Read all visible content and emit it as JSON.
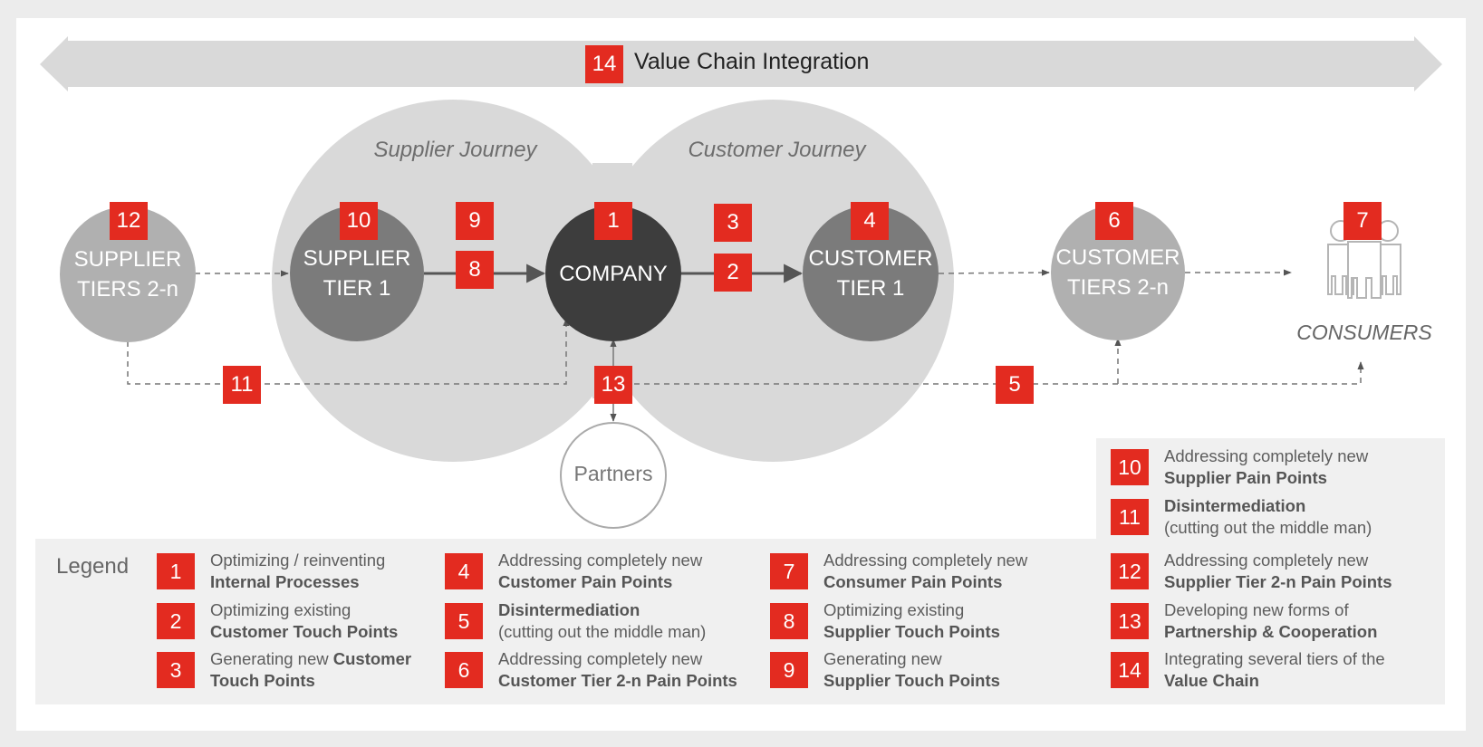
{
  "header": {
    "badge": "14",
    "title": "Value Chain Integration"
  },
  "journeys": {
    "supplier": "Supplier Journey",
    "customer": "Customer Journey"
  },
  "nodes": {
    "supplier_tiers": {
      "line1": "SUPPLIER",
      "line2": "TIERS 2-n",
      "badge": "12"
    },
    "supplier_tier1": {
      "line1": "SUPPLIER",
      "line2": "TIER 1",
      "badge": "10"
    },
    "company": {
      "label": "COMPANY",
      "badge": "1"
    },
    "customer_tier1": {
      "line1": "CUSTOMER",
      "line2": "TIER 1",
      "badge": "4"
    },
    "customer_tiers": {
      "line1": "CUSTOMER",
      "line2": "TIERS 2-n",
      "badge": "6"
    },
    "consumers": {
      "label": "CONSUMERS",
      "badge": "7"
    },
    "partners": {
      "label": "Partners"
    }
  },
  "flow_badges": {
    "b9": "9",
    "b8": "8",
    "b3": "3",
    "b2": "2",
    "b11": "11",
    "b13": "13",
    "b5": "5"
  },
  "legend": {
    "title": "Legend",
    "items": [
      {
        "num": "1",
        "line1": "Optimizing / reinventing",
        "line1_bold": "",
        "line2": "Internal Processes"
      },
      {
        "num": "2",
        "line1": "Optimizing existing",
        "line1_bold": "",
        "line2": "Customer Touch Points"
      },
      {
        "num": "3",
        "line1": "Generating new ",
        "line1_bold": "Customer",
        "line2": "Touch Points"
      },
      {
        "num": "4",
        "line1": "Addressing completely new",
        "line1_bold": "",
        "line2": "Customer Pain Points"
      },
      {
        "num": "5",
        "line1": "",
        "line1_bold": "Disintermediation",
        "line2": "(cutting out the middle man)"
      },
      {
        "num": "6",
        "line1": "Addressing completely new",
        "line1_bold": "",
        "line2": "Customer Tier 2-n Pain Points"
      },
      {
        "num": "7",
        "line1": "Addressing completely new",
        "line1_bold": "",
        "line2": "Consumer Pain Points"
      },
      {
        "num": "8",
        "line1": "Optimizing existing",
        "line1_bold": "",
        "line2": "Supplier Touch Points"
      },
      {
        "num": "9",
        "line1": "Generating new",
        "line1_bold": "",
        "line2": "Supplier Touch Points"
      },
      {
        "num": "10",
        "line1": "Addressing completely new",
        "line1_bold": "",
        "line2": "Supplier Pain Points"
      },
      {
        "num": "11",
        "line1": "",
        "line1_bold": "Disintermediation",
        "line2": "(cutting out the middle man)"
      },
      {
        "num": "12",
        "line1": "Addressing completely new",
        "line1_bold": "",
        "line2": "Supplier Tier 2-n Pain Points"
      },
      {
        "num": "13",
        "line1": "Developing new forms of",
        "line1_bold": "",
        "line2": "Partnership & Cooperation"
      },
      {
        "num": "14",
        "line1": "Integrating several tiers of the",
        "line1_bold": "",
        "line2": "Value Chain"
      }
    ]
  },
  "colors": {
    "accent": "#e32b20",
    "company": "#3d3d3d",
    "tier1": "#7b7b7b",
    "tier2": "#b0b0b0",
    "journey_bg": "#d9d9d9",
    "legend_bg": "#f0f0f0"
  }
}
